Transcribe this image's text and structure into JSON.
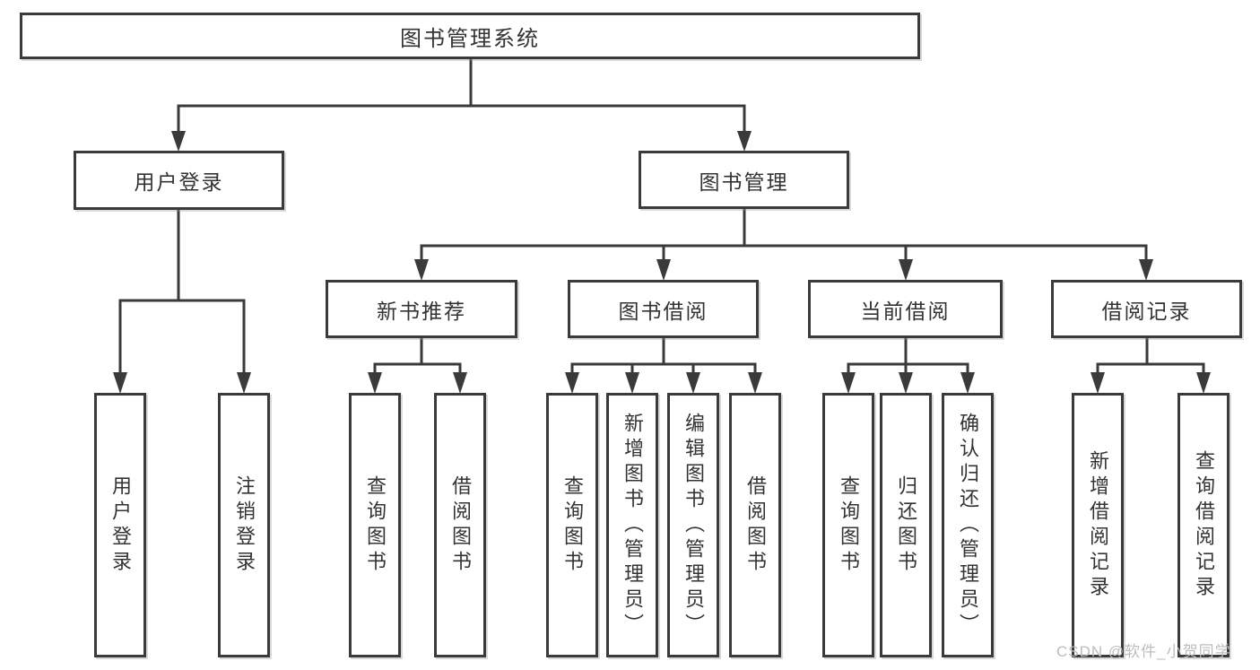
{
  "palette": {
    "line_color": "#3a3a3a",
    "text_color": "#333333",
    "box_fill": "#ffffff",
    "watermark_color": "#bcbcbc"
  },
  "diagram": {
    "root": {
      "label": "图书管理系统"
    },
    "level2": [
      {
        "id": "user-login",
        "label": "用户登录"
      },
      {
        "id": "book-management",
        "label": "图书管理"
      }
    ],
    "modules": [
      {
        "id": "new-book-recommend",
        "label": "新书推荐"
      },
      {
        "id": "book-borrow",
        "label": "图书借阅"
      },
      {
        "id": "current-borrow",
        "label": "当前借阅"
      },
      {
        "id": "borrow-records",
        "label": "借阅记录"
      }
    ],
    "leaves": {
      "user_login": [
        "用户登录",
        "注销登录"
      ],
      "new_book_recommend": [
        "查询图书",
        "借阅图书"
      ],
      "book_borrow": [
        "查询图书",
        "新增图书（管理员）",
        "编辑图书（管理员）",
        "借阅图书"
      ],
      "current_borrow": [
        "查询图书",
        "归还图书",
        "确认归还（管理员）"
      ],
      "borrow_records": [
        "新增借阅记录",
        "查询借阅记录"
      ]
    }
  },
  "watermark": {
    "text": "CSDN @软件_小贺同学"
  }
}
